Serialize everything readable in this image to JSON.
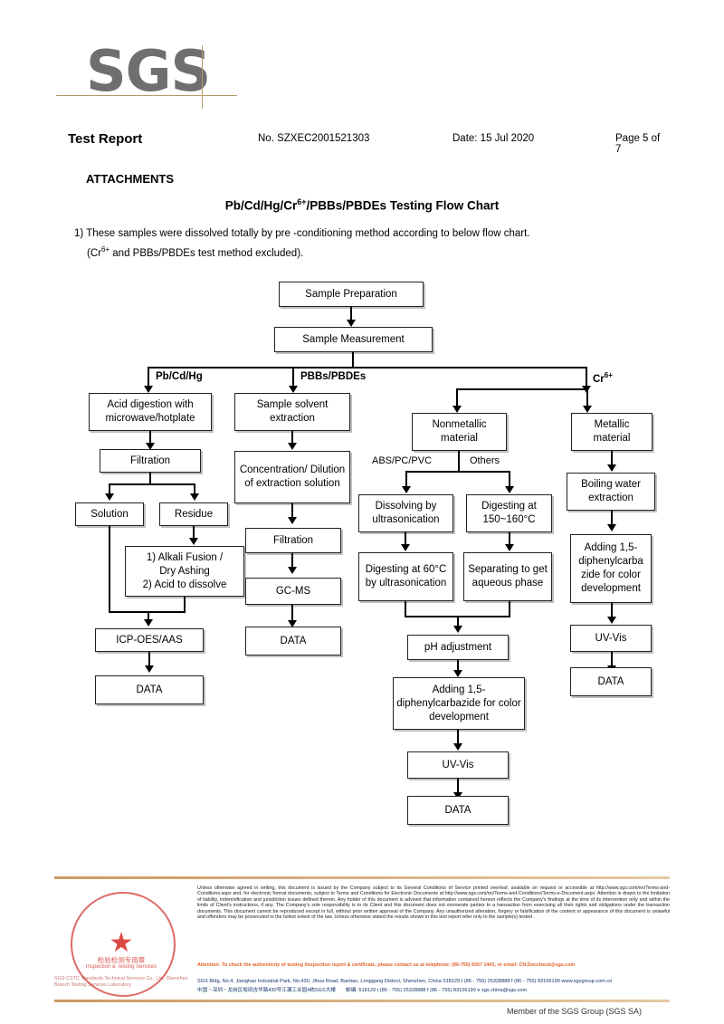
{
  "header": {
    "logo": "SGS",
    "title": "Test Report",
    "report_no": "No. SZXEC2001521303",
    "date": "Date: 15 Jul 2020",
    "page": "Page 5 of 7",
    "attachments_label": "ATTACHMENTS"
  },
  "flow_title_pre": "Pb/Cd/Hg/Cr",
  "flow_title_sup": "6+",
  "flow_title_post": "/PBBs/PBDEs Testing Flow Chart",
  "note": {
    "line1": "1) These samples were dissolved totally by pre -conditioning method according to below flow chart.",
    "line2_pre": "(Cr",
    "line2_sup": "6+",
    "line2_post": " and PBBs/PBDEs  test method excluded)."
  },
  "chart_data": {
    "type": "diagram",
    "title": "Pb/Cd/Hg/Cr6+/PBBs/PBDEs Testing Flow Chart",
    "nodes": {
      "sample_preparation": "Sample Preparation",
      "sample_measurement": "Sample Measurement",
      "acid_digestion": "Acid digestion with microwave/hotplate",
      "filtration_left": "Filtration",
      "solution": "Solution",
      "residue": "Residue",
      "alkali": "1) Alkali Fusion / Dry Ashing\n2) Acid to dissolve",
      "alkali_l1": "1) Alkali Fusion /",
      "alkali_l2": "Dry Ashing",
      "alkali_l3": "2) Acid to dissolve",
      "icp": "ICP-OES/AAS",
      "data_left": "DATA",
      "sample_solvent": "Sample solvent extraction",
      "concentration": "Concentration/ Dilution of extraction solution",
      "filtration_mid": "Filtration",
      "gcms": "GC-MS",
      "data_mid": "DATA",
      "nonmetallic": "Nonmetallic material",
      "metallic": "Metallic material",
      "dissolving_us": "Dissolving by ultrasonication",
      "digesting_150": "Digesting at 150~160°C",
      "digesting_60": "Digesting at 60°C by ultrasonication",
      "separating": "Separating to get aqueous phase",
      "ph_adjust": "pH adjustment",
      "adding_dpc_mid": "Adding 1,5-diphenylcarbazide for color development",
      "uvvis_mid": "UV-Vis",
      "data_cr": "DATA",
      "boiling_water": "Boiling water extraction",
      "adding_dpc_right": "Adding 1,5-diphenylcarba zide for color development",
      "uvvis_right": "UV-Vis",
      "data_right": "DATA"
    },
    "branch_labels": {
      "pb_cd_hg": "Pb/Cd/Hg",
      "pbbs_pbdes": "PBBs/PBDEs",
      "cr6_pre": "Cr",
      "cr6_sup": "6+",
      "abs_pc_pvc": "ABS/PC/PVC",
      "others": "Others"
    },
    "edges": [
      [
        "sample_preparation",
        "sample_measurement"
      ],
      [
        "sample_measurement",
        "acid_digestion"
      ],
      [
        "sample_measurement",
        "sample_solvent"
      ],
      [
        "sample_measurement",
        "nonmetallic"
      ],
      [
        "sample_measurement",
        "metallic"
      ],
      [
        "acid_digestion",
        "filtration_left"
      ],
      [
        "filtration_left",
        "solution"
      ],
      [
        "filtration_left",
        "residue"
      ],
      [
        "residue",
        "alkali"
      ],
      [
        "solution",
        "icp"
      ],
      [
        "alkali",
        "icp"
      ],
      [
        "icp",
        "data_left"
      ],
      [
        "sample_solvent",
        "concentration"
      ],
      [
        "concentration",
        "filtration_mid"
      ],
      [
        "filtration_mid",
        "gcms"
      ],
      [
        "gcms",
        "data_mid"
      ],
      [
        "nonmetallic",
        "dissolving_us"
      ],
      [
        "nonmetallic",
        "digesting_150"
      ],
      [
        "dissolving_us",
        "digesting_60"
      ],
      [
        "digesting_150",
        "separating"
      ],
      [
        "digesting_60",
        "ph_adjust"
      ],
      [
        "separating",
        "ph_adjust"
      ],
      [
        "ph_adjust",
        "adding_dpc_mid"
      ],
      [
        "adding_dpc_mid",
        "uvvis_mid"
      ],
      [
        "uvvis_mid",
        "data_cr"
      ],
      [
        "metallic",
        "boiling_water"
      ],
      [
        "boiling_water",
        "adding_dpc_right"
      ],
      [
        "adding_dpc_right",
        "uvvis_right"
      ],
      [
        "uvvis_right",
        "data_right"
      ]
    ]
  },
  "footer": {
    "legal": "Unless otherwise agreed in writing, this document is issued by the Company subject to its General Conditions of Service printed overleaf, available on request or accessible at http://www.sgs.com/en/Terms-and-Conditions.aspx and, for electronic format documents, subject to Terms and Conditions for Electronic Documents at http://www.sgs.com/en/Terms-and-Conditions/Terms-e-Document.aspx. Attention is drawn to the limitation of liability, indemnification and jurisdiction issues defined therein. Any holder of this document is advised that information contained hereon reflects the Company's findings at the time of its intervention only and within the limits of Client's instructions, if any. The Company's sole responsibility is to its Client and this document does not exonerate parties to a transaction from exercising all their rights and obligations under the transaction documents. This document cannot be reproduced except in full, without prior written approval of the Company. Any unauthorized alteration, forgery or falsification of the content or appearance of this document is unlawful and offenders may be prosecuted to the fullest extent of the law. Unless otherwise stated the results shown in this test report refer only to the sample(s) tested .",
    "attention": "Attention: To check the authenticity of testing /inspection report & certificate, please contact us at telephone: (86-755) 8307 1443, or email: CN.Doccheck@sgs.com",
    "address_en": "SGS Bldg, No.4, Jianghao Industrial Park, No.430, Jihua Road, Bantian, Longgang District, Shenzhen, China 518129    t (86 - 755) 25328888   f (86 - 755) 83106190    www.sgsgroup.com.cn",
    "address_cn": "中国・深圳・龙岗区坂田吉华路430号江灝工业园4栋SGS大楼　　邮编: 518129    t (86 - 755) 25328888   f (86 - 755) 83106190    e sgs.china@sgs.com",
    "member": "Member of the SGS Group (SGS SA)"
  },
  "stamp": {
    "cn_label": "检验检测专用章",
    "en_label": "Inspection & Testing Services",
    "caption": "SGS-CSTC Standards Technical Services Co., Ltd. Shenzhen Branch Testing Services Laboratory"
  }
}
